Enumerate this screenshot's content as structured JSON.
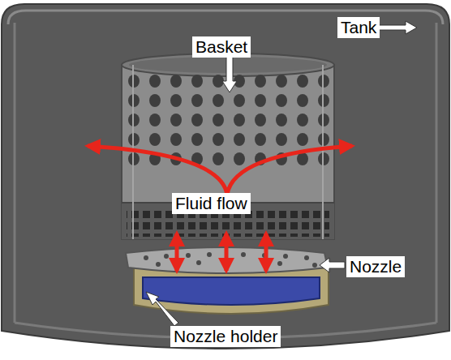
{
  "diagram": {
    "labels": [
      "Basket",
      "Tank",
      "Fluid flow",
      "Nozzle",
      "Nozzle holder"
    ]
  }
}
